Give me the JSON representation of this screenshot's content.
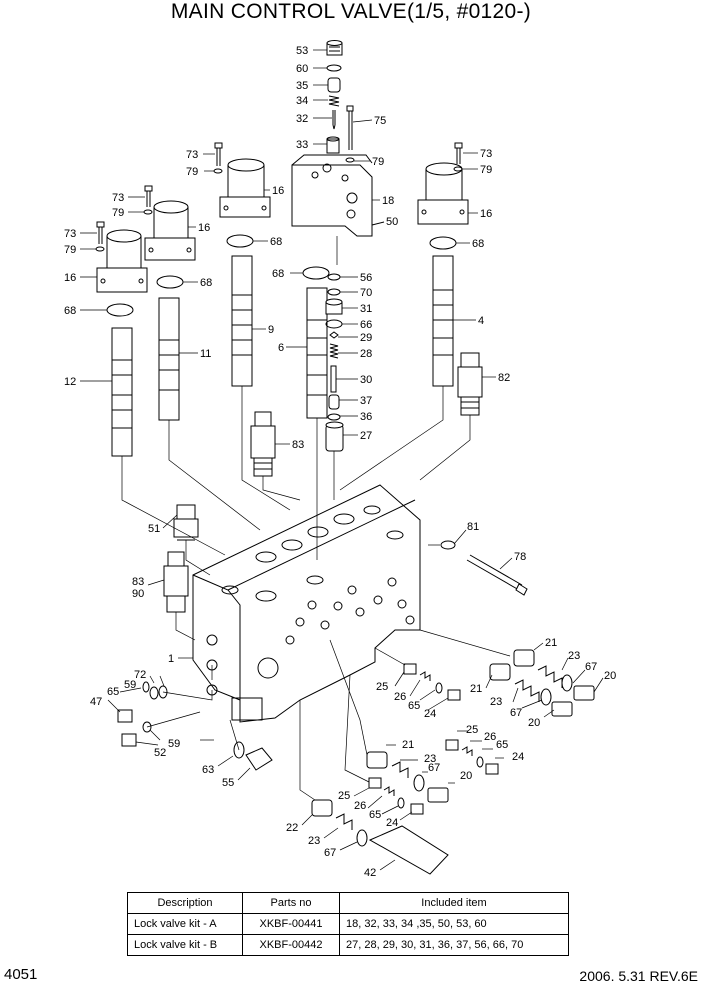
{
  "title": "MAIN CONTROL VALVE(1/5, #0120-)",
  "callouts": [
    {
      "label": "53",
      "id": "53"
    },
    {
      "label": "60",
      "id": "60"
    },
    {
      "label": "35",
      "id": "35"
    },
    {
      "label": "34",
      "id": "34"
    },
    {
      "label": "32",
      "id": "32"
    },
    {
      "label": "75",
      "id": "75"
    },
    {
      "label": "33",
      "id": "33"
    },
    {
      "label": "79",
      "id": "79a"
    },
    {
      "label": "73",
      "id": "73a"
    },
    {
      "label": "79",
      "id": "79b"
    },
    {
      "label": "73",
      "id": "73b"
    },
    {
      "label": "79",
      "id": "79c"
    },
    {
      "label": "16",
      "id": "16a"
    },
    {
      "label": "18",
      "id": "18"
    },
    {
      "label": "73",
      "id": "73c"
    },
    {
      "label": "79",
      "id": "79d"
    },
    {
      "label": "16",
      "id": "16b"
    },
    {
      "label": "50",
      "id": "50"
    },
    {
      "label": "73",
      "id": "73d"
    },
    {
      "label": "79",
      "id": "79e"
    },
    {
      "label": "16",
      "id": "16c"
    },
    {
      "label": "16",
      "id": "16d"
    },
    {
      "label": "68",
      "id": "68a"
    },
    {
      "label": "68",
      "id": "68b"
    },
    {
      "label": "68",
      "id": "68c"
    },
    {
      "label": "56",
      "id": "56"
    },
    {
      "label": "68",
      "id": "68d"
    },
    {
      "label": "70",
      "id": "70"
    },
    {
      "label": "68",
      "id": "68e"
    },
    {
      "label": "31",
      "id": "31"
    },
    {
      "label": "66",
      "id": "66"
    },
    {
      "label": "9",
      "id": "9"
    },
    {
      "label": "4",
      "id": "4"
    },
    {
      "label": "29",
      "id": "29"
    },
    {
      "label": "6",
      "id": "6"
    },
    {
      "label": "11",
      "id": "11"
    },
    {
      "label": "28",
      "id": "28"
    },
    {
      "label": "82",
      "id": "82"
    },
    {
      "label": "30",
      "id": "30"
    },
    {
      "label": "12",
      "id": "12"
    },
    {
      "label": "37",
      "id": "37"
    },
    {
      "label": "36",
      "id": "36"
    },
    {
      "label": "27",
      "id": "27"
    },
    {
      "label": "83",
      "id": "83a"
    },
    {
      "label": "51",
      "id": "51"
    },
    {
      "label": "81",
      "id": "81"
    },
    {
      "label": "78",
      "id": "78"
    },
    {
      "label": "83",
      "id": "83b"
    },
    {
      "label": "90",
      "id": "90"
    },
    {
      "label": "21",
      "id": "21a"
    },
    {
      "label": "23",
      "id": "23a"
    },
    {
      "label": "1",
      "id": "1"
    },
    {
      "label": "67",
      "id": "67a"
    },
    {
      "label": "72",
      "id": "72"
    },
    {
      "label": "20",
      "id": "20a"
    },
    {
      "label": "59",
      "id": "59a"
    },
    {
      "label": "25",
      "id": "25a"
    },
    {
      "label": "21",
      "id": "21b"
    },
    {
      "label": "65",
      "id": "65a"
    },
    {
      "label": "26",
      "id": "26a"
    },
    {
      "label": "23",
      "id": "23b"
    },
    {
      "label": "47",
      "id": "47"
    },
    {
      "label": "65",
      "id": "65b"
    },
    {
      "label": "24",
      "id": "24a"
    },
    {
      "label": "67",
      "id": "67b"
    },
    {
      "label": "20",
      "id": "20b"
    },
    {
      "label": "59",
      "id": "59b"
    },
    {
      "label": "52",
      "id": "52"
    },
    {
      "label": "25",
      "id": "25b"
    },
    {
      "label": "21",
      "id": "21c"
    },
    {
      "label": "26",
      "id": "26b"
    },
    {
      "label": "63",
      "id": "63"
    },
    {
      "label": "23",
      "id": "23c"
    },
    {
      "label": "65",
      "id": "65c"
    },
    {
      "label": "67",
      "id": "67c"
    },
    {
      "label": "24",
      "id": "24b"
    },
    {
      "label": "55",
      "id": "55"
    },
    {
      "label": "20",
      "id": "20c"
    },
    {
      "label": "25",
      "id": "25c"
    },
    {
      "label": "26",
      "id": "26c"
    },
    {
      "label": "65",
      "id": "65d"
    },
    {
      "label": "24",
      "id": "24c"
    },
    {
      "label": "22",
      "id": "22"
    },
    {
      "label": "23",
      "id": "23d"
    },
    {
      "label": "67",
      "id": "67d"
    },
    {
      "label": "42",
      "id": "42"
    }
  ],
  "kit_table": {
    "headers": [
      "Description",
      "Parts no",
      "Included item"
    ],
    "rows": [
      [
        "Lock valve kit - A",
        "XKBF-00441",
        "18, 32, 33, 34 ,35, 50, 53, 60"
      ],
      [
        "Lock valve kit - B",
        "XKBF-00442",
        "27, 28, 29, 30, 31, 36, 37, 56, 66, 70"
      ]
    ]
  },
  "footer": {
    "page_number": "4051",
    "date_revision": "2006. 5.31  REV.6E"
  }
}
